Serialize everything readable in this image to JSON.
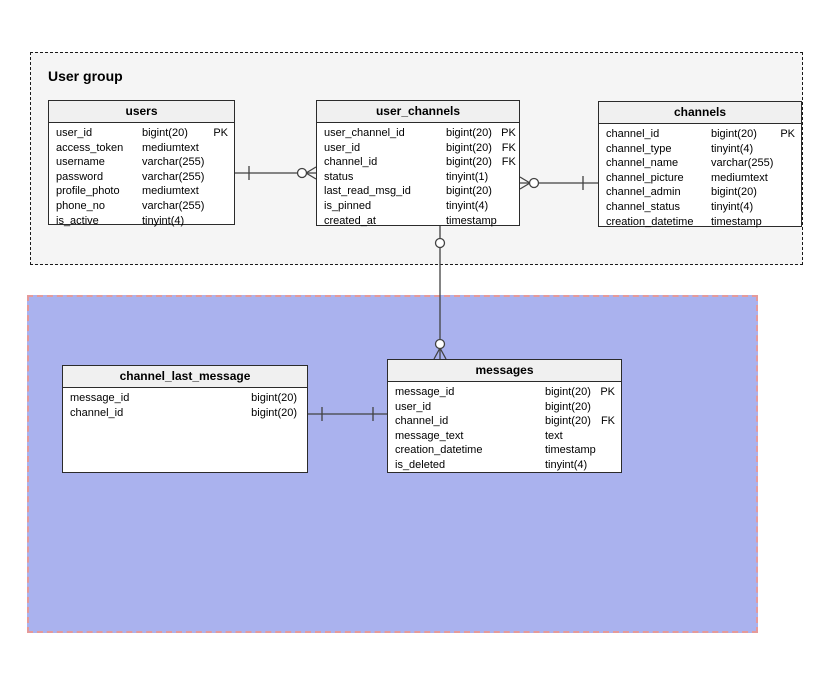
{
  "diagram": {
    "user_group": {
      "label": "User group"
    },
    "tables": {
      "users": {
        "title": "users",
        "fields": [
          {
            "name": "user_id",
            "type": "bigint(20)",
            "key": "PK"
          },
          {
            "name": "access_token",
            "type": "mediumtext",
            "key": ""
          },
          {
            "name": "username",
            "type": "varchar(255)",
            "key": ""
          },
          {
            "name": "password",
            "type": "varchar(255)",
            "key": ""
          },
          {
            "name": "profile_photo",
            "type": "mediumtext",
            "key": ""
          },
          {
            "name": "phone_no",
            "type": "varchar(255)",
            "key": ""
          },
          {
            "name": "is_active",
            "type": "tinyint(4)",
            "key": ""
          }
        ]
      },
      "user_channels": {
        "title": "user_channels",
        "fields": [
          {
            "name": "user_channel_id",
            "type": "bigint(20)",
            "key": "PK"
          },
          {
            "name": "user_id",
            "type": "bigint(20)",
            "key": "FK"
          },
          {
            "name": "channel_id",
            "type": "bigint(20)",
            "key": "FK"
          },
          {
            "name": "status",
            "type": "tinyint(1)",
            "key": ""
          },
          {
            "name": "last_read_msg_id",
            "type": "bigint(20)",
            "key": ""
          },
          {
            "name": "is_pinned",
            "type": "tinyint(4)",
            "key": ""
          },
          {
            "name": "created_at",
            "type": "timestamp",
            "key": ""
          }
        ]
      },
      "channels": {
        "title": "channels",
        "fields": [
          {
            "name": "channel_id",
            "type": "bigint(20)",
            "key": "PK"
          },
          {
            "name": "channel_type",
            "type": "tinyint(4)",
            "key": ""
          },
          {
            "name": "channel_name",
            "type": "varchar(255)",
            "key": ""
          },
          {
            "name": "channel_picture",
            "type": "mediumtext",
            "key": ""
          },
          {
            "name": "channel_admin",
            "type": "bigint(20)",
            "key": ""
          },
          {
            "name": "channel_status",
            "type": "tinyint(4)",
            "key": ""
          },
          {
            "name": "creation_datetime",
            "type": "timestamp",
            "key": ""
          }
        ]
      },
      "channel_last_message": {
        "title": "channel_last_message",
        "fields": [
          {
            "name": "message_id",
            "type": "bigint(20)",
            "key": ""
          },
          {
            "name": "channel_id",
            "type": "bigint(20)",
            "key": ""
          }
        ]
      },
      "messages": {
        "title": "messages",
        "fields": [
          {
            "name": "message_id",
            "type": "bigint(20)",
            "key": "PK"
          },
          {
            "name": "user_id",
            "type": "bigint(20)",
            "key": ""
          },
          {
            "name": "channel_id",
            "type": "bigint(20)",
            "key": "FK"
          },
          {
            "name": "message_text",
            "type": "text",
            "key": ""
          },
          {
            "name": "creation_datetime",
            "type": "timestamp",
            "key": ""
          },
          {
            "name": "is_deleted",
            "type": "tinyint(4)",
            "key": ""
          }
        ]
      }
    },
    "colors": {
      "user_group_fill": "#f5f5f5",
      "user_group_border": "#1a1a1a",
      "message_group_fill": "#aab2ee",
      "message_group_border": "#e59a9a",
      "table_header_fill": "#f0f0f0",
      "table_border": "#2b2b2b",
      "connector_stroke": "#424242"
    }
  }
}
